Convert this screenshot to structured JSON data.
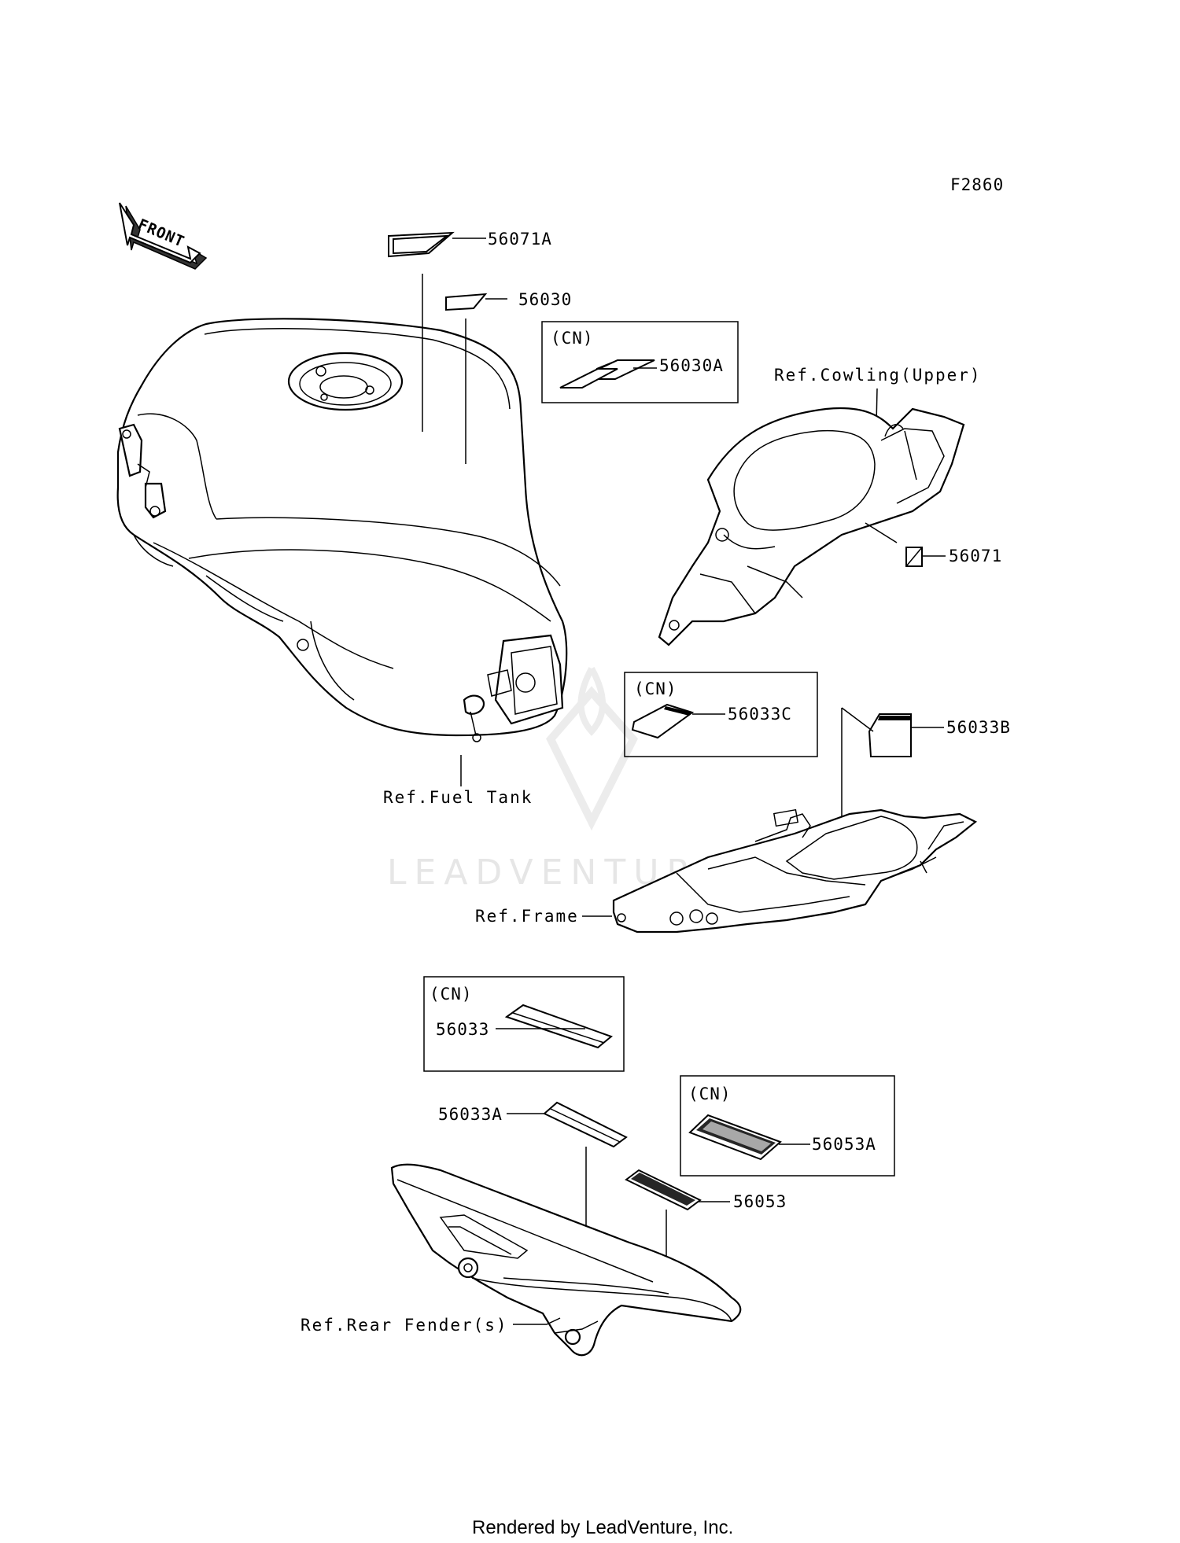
{
  "diagram_code": "F2860",
  "front_label": "FRONT",
  "watermark": "LEADVENTURE",
  "footer": "Rendered by LeadVenture, Inc.",
  "cn_label": "(CN)",
  "parts": {
    "p56071A": "56071A",
    "p56030": "56030",
    "p56030A": "56030A",
    "p56071": "56071",
    "p56033C": "56033C",
    "p56033B": "56033B",
    "p56033": "56033",
    "p56033A": "56033A",
    "p56053A": "56053A",
    "p56053": "56053"
  },
  "refs": {
    "cowling": "Ref.Cowling(Upper)",
    "fuel_tank": "Ref.Fuel Tank",
    "frame": "Ref.Frame",
    "rear_fender": "Ref.Rear Fender(s)"
  }
}
